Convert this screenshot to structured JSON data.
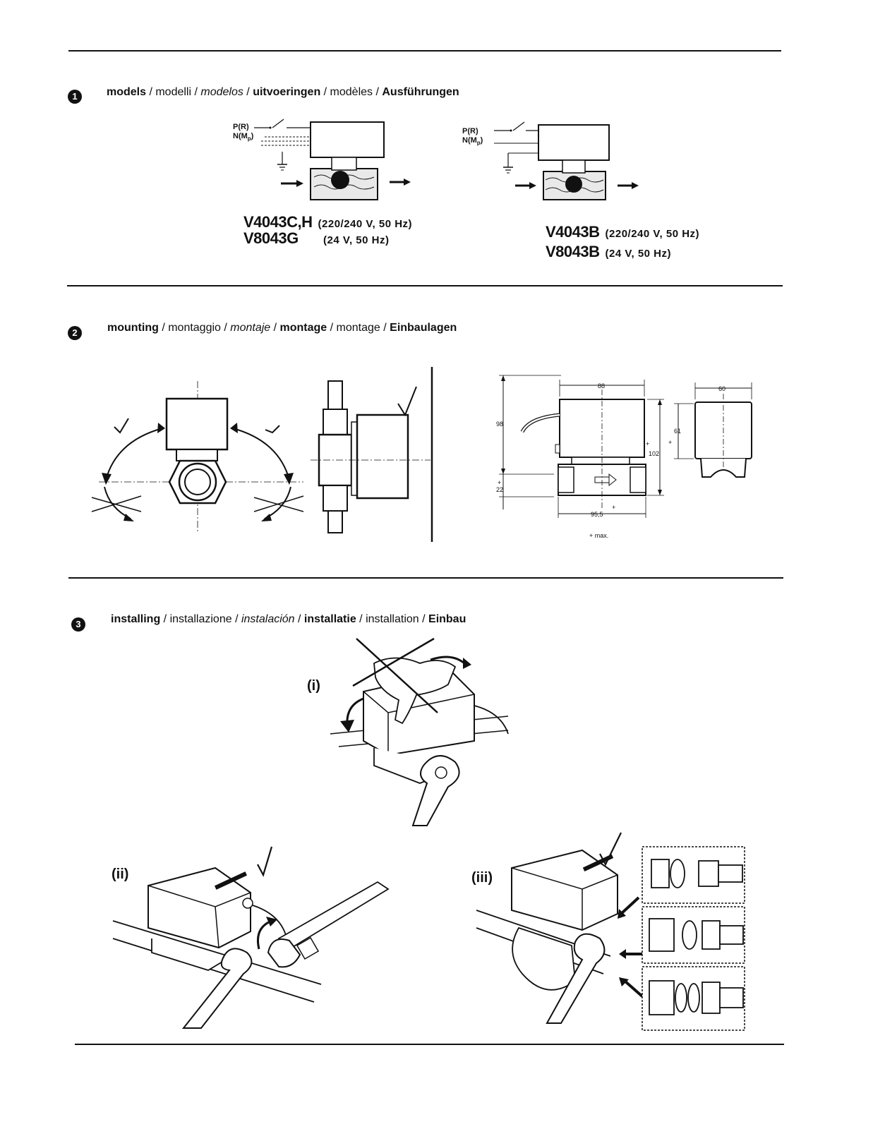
{
  "sections": [
    {
      "number": "1",
      "heading": [
        {
          "text": "models",
          "style": "bold"
        },
        {
          "text": " / modelli / ",
          "style": "normal"
        },
        {
          "text": "modelos",
          "style": "italic"
        },
        {
          "text": " / ",
          "style": "normal"
        },
        {
          "text": "uitvoeringen",
          "style": "bold"
        },
        {
          "text": " / modèles / ",
          "style": "normal"
        },
        {
          "text": "Ausführungen",
          "style": "bold"
        }
      ]
    },
    {
      "number": "2",
      "heading": [
        {
          "text": "mounting",
          "style": "bold"
        },
        {
          "text": " / montaggio / ",
          "style": "normal"
        },
        {
          "text": "montaje",
          "style": "italic"
        },
        {
          "text": " / ",
          "style": "normal"
        },
        {
          "text": "montage",
          "style": "bold"
        },
        {
          "text": " / montage / ",
          "style": "normal"
        },
        {
          "text": "Einbaulagen",
          "style": "bold"
        }
      ]
    },
    {
      "number": "3",
      "heading": [
        {
          "text": "installing",
          "style": "bold"
        },
        {
          "text": " / installazione / ",
          "style": "normal"
        },
        {
          "text": "instalación",
          "style": "italic"
        },
        {
          "text": " / ",
          "style": "normal"
        },
        {
          "text": "installatie",
          "style": "bold"
        },
        {
          "text": " / installation / ",
          "style": "normal"
        },
        {
          "text": "Einbau",
          "style": "bold"
        }
      ]
    }
  ],
  "models": {
    "left": [
      {
        "code": "V4043C,H",
        "spec": "(220/240 V, 50 Hz)"
      },
      {
        "code": "V8043G",
        "spec": "(24 V, 50 Hz)"
      }
    ],
    "right": [
      {
        "code": "V4043B",
        "spec": "(220/240 V, 50 Hz)"
      },
      {
        "code": "V8043B",
        "spec": "(24 V, 50 Hz)"
      }
    ]
  },
  "wiring_labels": {
    "phase": "P(R)",
    "neutral": "N(M",
    "neutral_sub": "p",
    "neutral_close": ")"
  },
  "dimensions": {
    "width": "88",
    "depth": "60",
    "height_total": "98",
    "height_body": "102",
    "actuator_height": "61",
    "pipe_offset": "22",
    "valve_length": "95,5",
    "plus": "+",
    "note": "+ max."
  },
  "install_steps": {
    "step1": "(i)",
    "step2": "(ii)",
    "step3": "(iii)"
  }
}
